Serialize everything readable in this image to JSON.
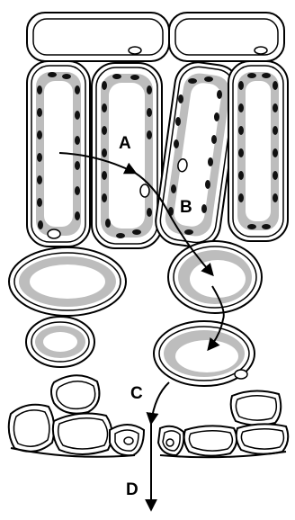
{
  "diagram": {
    "labels": {
      "a": "A",
      "b": "B",
      "c": "C",
      "d": "D"
    },
    "colors": {
      "outline": "#000000",
      "cytoplasm": "#bdbdbd",
      "vacuole": "#ffffff",
      "chloroplast": "#111111"
    }
  }
}
